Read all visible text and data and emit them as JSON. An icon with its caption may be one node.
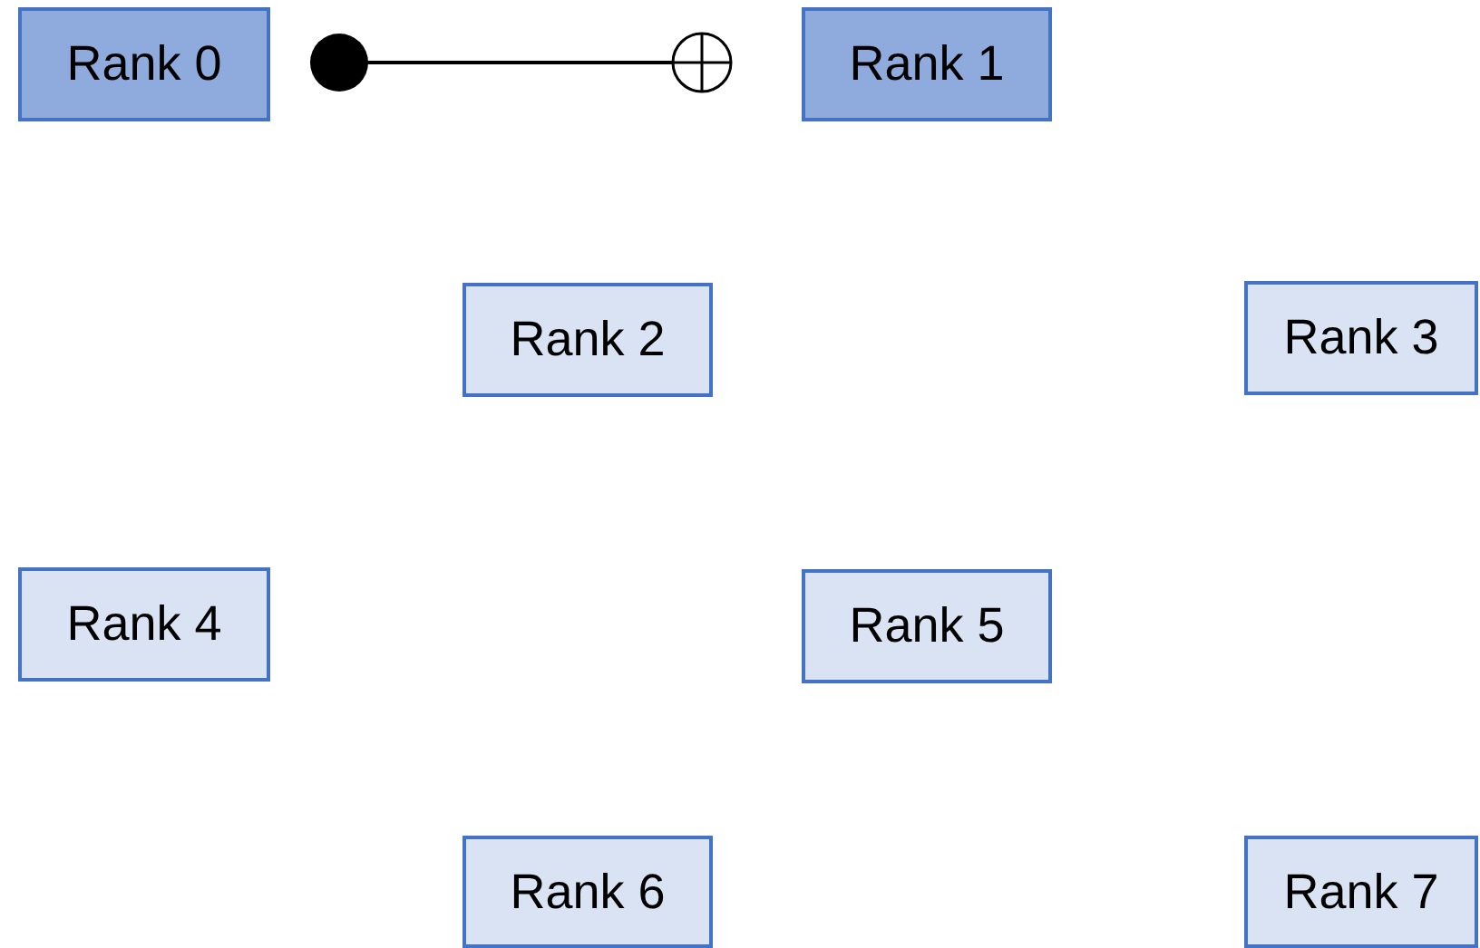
{
  "diagram": {
    "nodes": [
      {
        "text": [
          "Rank 0"
        ]
      },
      {
        "text": [
          "Rank 1"
        ]
      },
      {
        "text": [
          "Rank 2"
        ]
      },
      {
        "text": [
          "Rank 3"
        ]
      },
      {
        "text": [
          "Rank 4"
        ]
      },
      {
        "text": [
          "Rank 5"
        ]
      },
      {
        "text": [
          "Rank 6"
        ]
      },
      {
        "text": [
          "Rank 7"
        ]
      }
    ],
    "edges": [
      {
        "from": 0,
        "to": 1,
        "arrow": "other"
      }
    ]
  }
}
